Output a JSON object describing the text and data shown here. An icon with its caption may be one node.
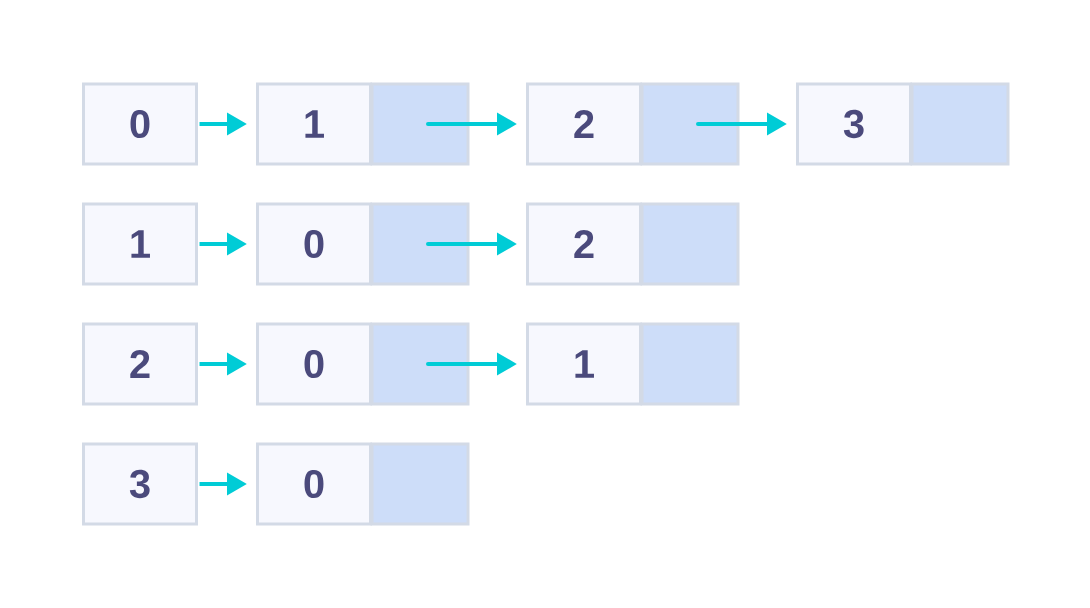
{
  "diagram": {
    "nodes": [
      {
        "text": [
          "0"
        ]
      },
      {
        "text": [
          "1"
        ]
      },
      {
        "text": [
          "2"
        ]
      },
      {
        "text": [
          "3"
        ]
      },
      {
        "text": [
          "1"
        ]
      },
      {
        "text": [
          "0"
        ]
      },
      {
        "text": [
          "2"
        ]
      },
      {
        "text": [
          "2"
        ]
      },
      {
        "text": [
          "0"
        ]
      },
      {
        "text": [
          "1"
        ]
      },
      {
        "text": [
          "3"
        ]
      },
      {
        "text": [
          "0"
        ]
      }
    ],
    "edges": [
      {
        "from": 0,
        "to": 1,
        "arrow": "to"
      },
      {
        "from": 1,
        "to": 2,
        "arrow": "to"
      },
      {
        "from": 2,
        "to": 3,
        "arrow": "to"
      },
      {
        "from": 4,
        "to": 5,
        "arrow": "to"
      },
      {
        "from": 5,
        "to": 6,
        "arrow": "to"
      },
      {
        "from": 7,
        "to": 8,
        "arrow": "to"
      },
      {
        "from": 8,
        "to": 9,
        "arrow": "to"
      },
      {
        "from": 10,
        "to": 11,
        "arrow": "to"
      }
    ]
  }
}
